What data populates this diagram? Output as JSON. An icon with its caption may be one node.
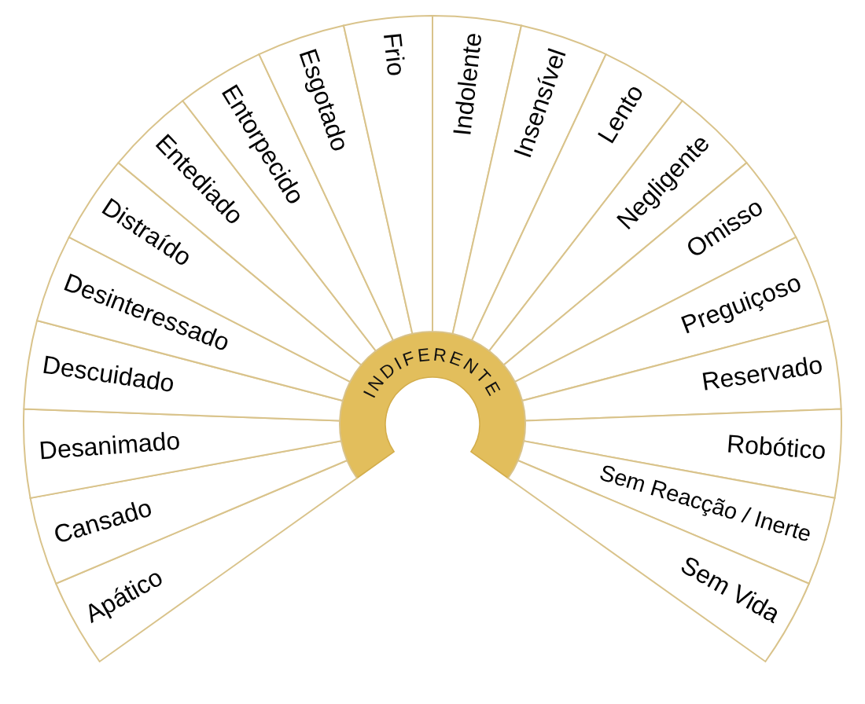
{
  "diagram": {
    "nodes": [
      {
        "text": [
          "INDIFERENTE"
        ]
      },
      {
        "text": [
          "Apático"
        ]
      },
      {
        "text": [
          "Cansado"
        ]
      },
      {
        "text": [
          "Desanimado"
        ]
      },
      {
        "text": [
          "Descuidado"
        ]
      },
      {
        "text": [
          "Desinteressado"
        ]
      },
      {
        "text": [
          "Distraído"
        ]
      },
      {
        "text": [
          "Entediado"
        ]
      },
      {
        "text": [
          "Entorpecido"
        ]
      },
      {
        "text": [
          "Esgotado"
        ]
      },
      {
        "text": [
          "Frio"
        ]
      },
      {
        "text": [
          "Indolente"
        ]
      },
      {
        "text": [
          "Insensível"
        ]
      },
      {
        "text": [
          "Lento"
        ]
      },
      {
        "text": [
          "Negligente"
        ]
      },
      {
        "text": [
          "Omisso"
        ]
      },
      {
        "text": [
          "Preguiçoso"
        ]
      },
      {
        "text": [
          "Reservado"
        ]
      },
      {
        "text": [
          "Robótico"
        ]
      },
      {
        "text": [
          "Sem Reacção / Inerte"
        ]
      },
      {
        "text": [
          "Sem Vida"
        ]
      }
    ]
  }
}
